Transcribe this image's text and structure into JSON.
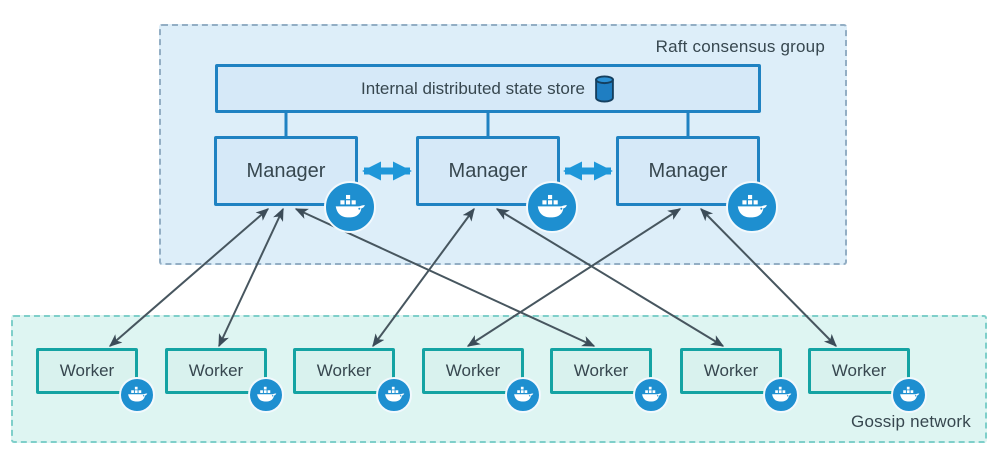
{
  "raft_group": {
    "label": "Raft consensus group",
    "state_store": {
      "label": "Internal distributed state store",
      "icon": "database-cylinder-icon"
    },
    "managers": [
      {
        "label": "Manager",
        "icon": "docker-whale-icon"
      },
      {
        "label": "Manager",
        "icon": "docker-whale-icon"
      },
      {
        "label": "Manager",
        "icon": "docker-whale-icon"
      }
    ]
  },
  "gossip_network": {
    "label": "Gossip network",
    "workers": [
      {
        "label": "Worker",
        "icon": "docker-whale-icon"
      },
      {
        "label": "Worker",
        "icon": "docker-whale-icon"
      },
      {
        "label": "Worker",
        "icon": "docker-whale-icon"
      },
      {
        "label": "Worker",
        "icon": "docker-whale-icon"
      },
      {
        "label": "Worker",
        "icon": "docker-whale-icon"
      },
      {
        "label": "Worker",
        "icon": "docker-whale-icon"
      },
      {
        "label": "Worker",
        "icon": "docker-whale-icon"
      }
    ]
  },
  "connections": {
    "store_to_managers": [
      0,
      1,
      2
    ],
    "manager_peer_links": [
      [
        0,
        1
      ],
      [
        1,
        2
      ]
    ],
    "manager_worker_links": [
      {
        "manager": 0,
        "worker": 0
      },
      {
        "manager": 0,
        "worker": 1
      },
      {
        "manager": 0,
        "worker": 4
      },
      {
        "manager": 1,
        "worker": 2
      },
      {
        "manager": 1,
        "worker": 5
      },
      {
        "manager": 2,
        "worker": 3
      },
      {
        "manager": 2,
        "worker": 6
      }
    ],
    "arrow_style": "double-headed"
  },
  "colors": {
    "raft_fill": "#ddeef9",
    "raft_border": "#93aec4",
    "gossip_fill": "#def5f2",
    "gossip_border": "#7fcfca",
    "manager_fill": "#d6e9f8",
    "manager_border": "#1f82c2",
    "worker_fill": "#d9f2ee",
    "worker_border": "#14a3a3",
    "peer_arrow": "#1e97d9",
    "worker_link_arrow": "#44545e",
    "docker_badge": "#1e8fd0",
    "database_icon": "#1f7ec2",
    "text": "#37474f"
  }
}
